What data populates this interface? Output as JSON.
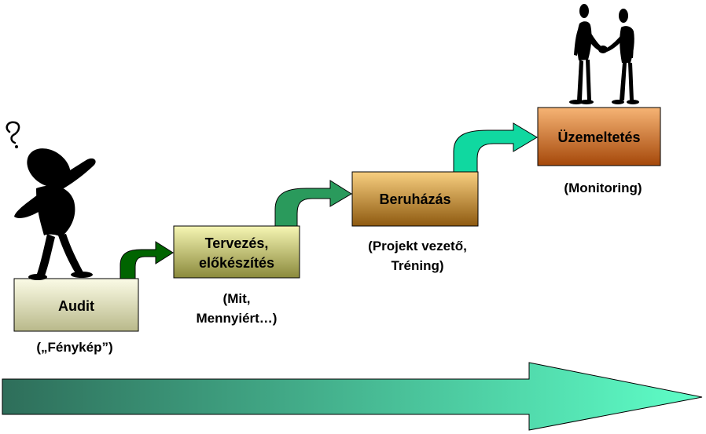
{
  "steps": [
    {
      "label_lines": [
        "Audit"
      ],
      "caption_lines": [
        "(„Fénykép”)"
      ]
    },
    {
      "label_lines": [
        "Tervezés,",
        "előkészítés"
      ],
      "caption_lines": [
        "(Mit,",
        "Mennyiért…)"
      ]
    },
    {
      "label_lines": [
        "Beruházás"
      ],
      "caption_lines": [
        "(Projekt vezető,",
        "Tréning)"
      ]
    },
    {
      "label_lines": [
        "Üzemeltetés"
      ],
      "caption_lines": [
        "(Monitoring)"
      ]
    }
  ],
  "colors": {
    "step_gradients": [
      [
        "#b9b98a",
        "#fbfbe6"
      ],
      [
        "#8b8a3c",
        "#f6f6b4"
      ],
      [
        "#8e5a10",
        "#f8cf80"
      ],
      [
        "#a5480a",
        "#f6b475"
      ]
    ],
    "connector_arrows": [
      "#006400",
      "#2a9a5c",
      "#10d8a0"
    ],
    "timeline_gradient": [
      "#2e6e5a",
      "#5effc8"
    ],
    "figures": "#000000",
    "outline": "#000000"
  },
  "icons": [
    "thinking-person-icon",
    "handshake-people-icon"
  ]
}
